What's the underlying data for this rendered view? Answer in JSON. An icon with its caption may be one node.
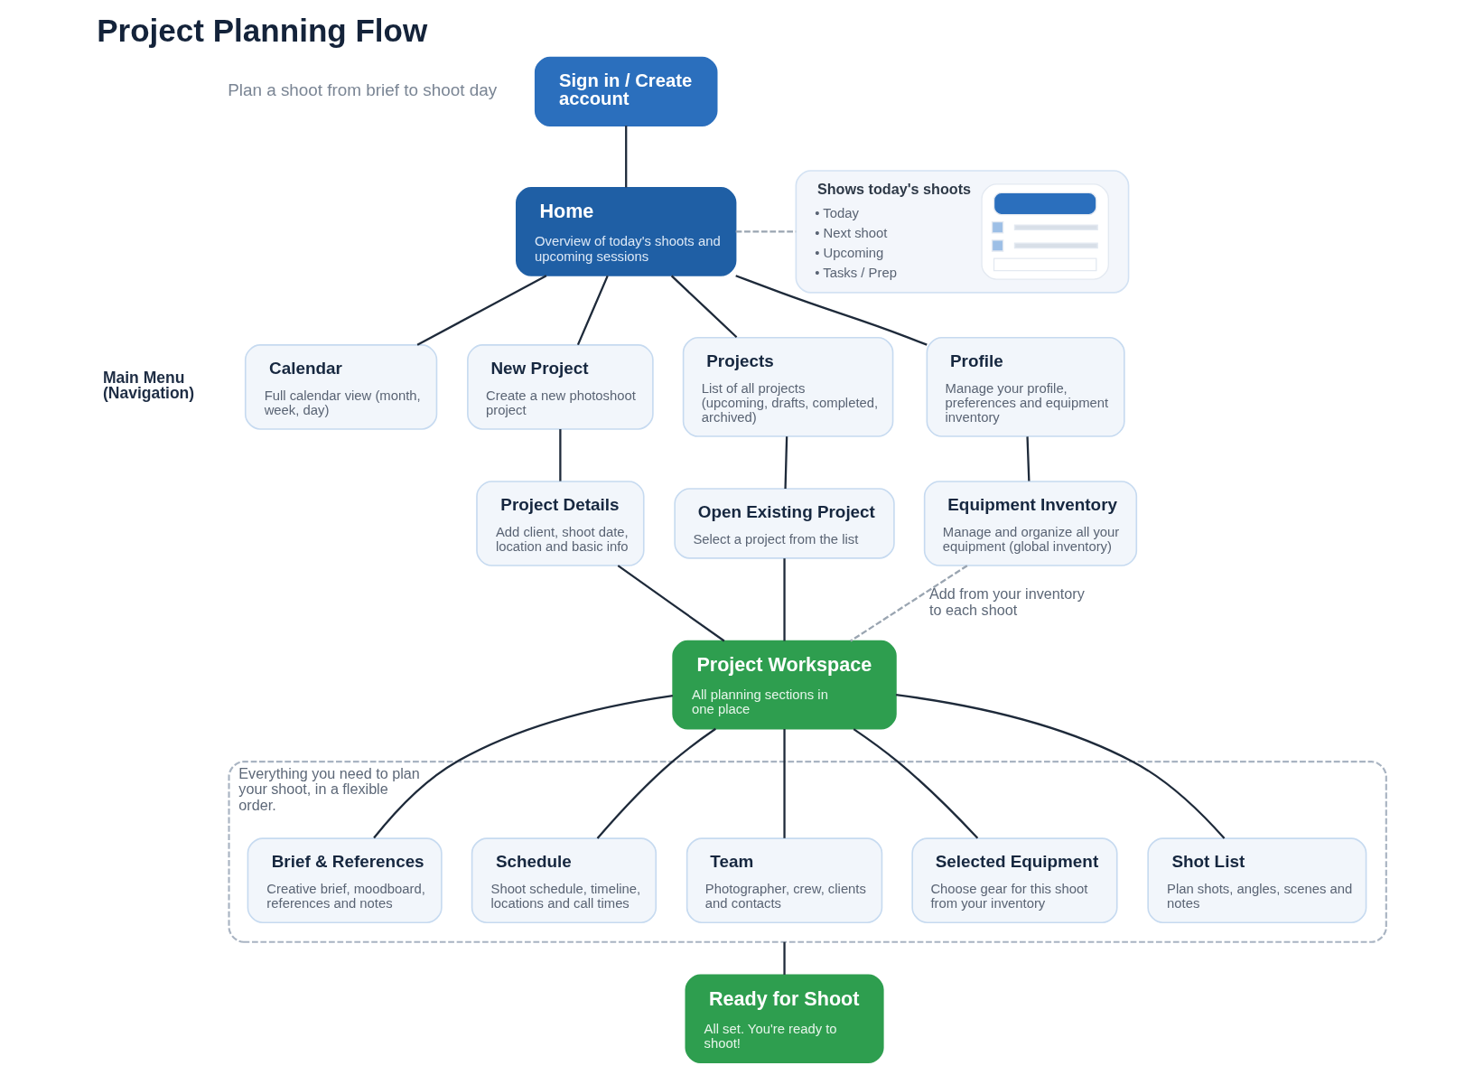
{
  "diagram": {
    "title": "Project Planning Flow",
    "nodes": [
      {
        "text": [
          "Sign in / Create account"
        ]
      },
      {
        "text": [
          "Home",
          "Overview of today's shoots and upcoming sessions"
        ]
      },
      {
        "text": [
          "Shows today's shoots",
          "• Today",
          "• Next shoot",
          "• Upcoming",
          "• Tasks / Prep"
        ]
      },
      {
        "text": [
          "Calendar",
          "Full calendar view (month, week, day)"
        ]
      },
      {
        "text": [
          "New Project",
          "Create a new photoshoot project"
        ]
      },
      {
        "text": [
          "Projects",
          "List of all projects (upcoming, drafts, completed, archived)"
        ]
      },
      {
        "text": [
          "Profile",
          "Manage your profile, preferences and equipment inventory"
        ]
      },
      {
        "text": [
          "Project Details",
          "Add client, shoot date, location and basic info"
        ]
      },
      {
        "text": [
          "Open Existing Project",
          "Select a project from the list"
        ]
      },
      {
        "text": [
          "Equipment Inventory",
          "Manage and organize all your equipment (global inventory)"
        ]
      },
      {
        "text": [
          "Project Workspace",
          "All planning sections in one place"
        ]
      },
      {
        "text": [
          "Everything you need to plan your shoot, in a flexible order."
        ]
      },
      {
        "text": [
          "Brief & References",
          "Creative brief, moodboard, references and notes"
        ],
        "in": 11
      },
      {
        "text": [
          "Schedule",
          "Shoot schedule, timeline, locations and call times"
        ],
        "in": 11
      },
      {
        "text": [
          "Team",
          "Photographer, crew, clients and contacts"
        ],
        "in": 11
      },
      {
        "text": [
          "Selected Equipment",
          "Choose gear for this shoot from your inventory"
        ],
        "in": 11
      },
      {
        "text": [
          "Shot List",
          "Plan shots, angles, scenes and notes"
        ],
        "in": 11
      },
      {
        "text": [
          "Ready for Shoot",
          "All set. You're ready to shoot!"
        ]
      }
    ],
    "edges": [
      {
        "from": 0,
        "to": 1,
        "arrow": "none"
      },
      {
        "from": 1,
        "to": 2,
        "arrow": "none",
        "style": "dashed",
        "color": "#9aa5b1"
      },
      {
        "from": 1,
        "to": 3,
        "arrow": "none"
      },
      {
        "from": 1,
        "to": 4,
        "arrow": "none"
      },
      {
        "from": 1,
        "to": 5,
        "arrow": "none"
      },
      {
        "from": 1,
        "to": 6,
        "arrow": "none"
      },
      {
        "from": 4,
        "to": 7,
        "arrow": "none"
      },
      {
        "from": 5,
        "to": 8,
        "arrow": "none"
      },
      {
        "from": 6,
        "to": 9,
        "arrow": "none"
      },
      {
        "from": 7,
        "to": 10,
        "arrow": "none"
      },
      {
        "from": 8,
        "to": 10,
        "arrow": "none"
      },
      {
        "from": 9,
        "to": 10,
        "arrow": "none",
        "style": "dashed",
        "color": "#9aa5b1",
        "label": "Add from your inventory to each shoot"
      },
      {
        "from": 10,
        "to": 12,
        "arrow": "none"
      },
      {
        "from": 10,
        "to": 13,
        "arrow": "none"
      },
      {
        "from": 10,
        "to": 14,
        "arrow": "none"
      },
      {
        "from": 10,
        "to": 15,
        "arrow": "none"
      },
      {
        "from": 10,
        "to": 16,
        "arrow": "none"
      },
      {
        "from": 11,
        "to": 17,
        "arrow": "none"
      }
    ],
    "labels": [
      "Plan a shoot from brief to shoot day",
      "Main Menu (Navigation)"
    ]
  }
}
